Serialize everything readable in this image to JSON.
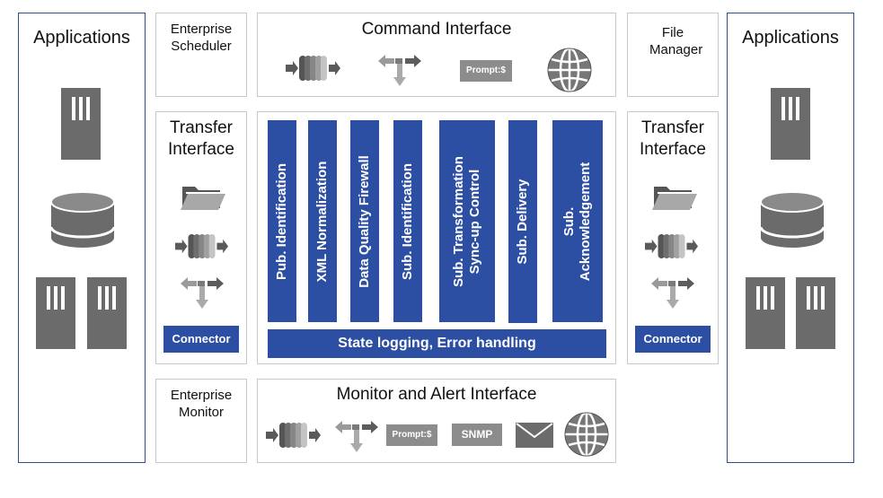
{
  "colors": {
    "blue": "#2d4fa3",
    "border_blue": "#2e4f8f",
    "gray_icon": "#6b6b6b",
    "light_border": "#c8c8c8"
  },
  "left_apps": {
    "title": "Applications"
  },
  "right_apps": {
    "title": "Applications"
  },
  "scheduler": {
    "title": "Enterprise Scheduler"
  },
  "file_manager": {
    "title": "File Manager"
  },
  "command": {
    "title": "Command Interface",
    "prompt": "Prompt:$"
  },
  "transfer_left": {
    "title": "Transfer Interface",
    "connector": "Connector"
  },
  "transfer_right": {
    "title": "Transfer Interface",
    "connector": "Connector"
  },
  "pipeline": {
    "stages": [
      {
        "label": "Pub. Identification"
      },
      {
        "label": "XML Normalization"
      },
      {
        "label": "Data Quality Firewall"
      },
      {
        "label": "Sub. Identification"
      },
      {
        "label": "Sub. Transformation\nSync-up Control"
      },
      {
        "label": "Sub. Delivery"
      },
      {
        "label": "Sub.\nAcknowledgement"
      }
    ],
    "footer": "State logging, Error handling"
  },
  "monitor_box": {
    "title": "Enterprise Monitor"
  },
  "monitor": {
    "title": "Monitor and Alert Interface",
    "prompt": "Prompt:$",
    "snmp": "SNMP"
  },
  "icons": [
    "server-icon",
    "database-icon",
    "folder-icon",
    "cylinder-queue-icon",
    "exchange-arrows-icon",
    "globe-icon",
    "mail-icon"
  ]
}
